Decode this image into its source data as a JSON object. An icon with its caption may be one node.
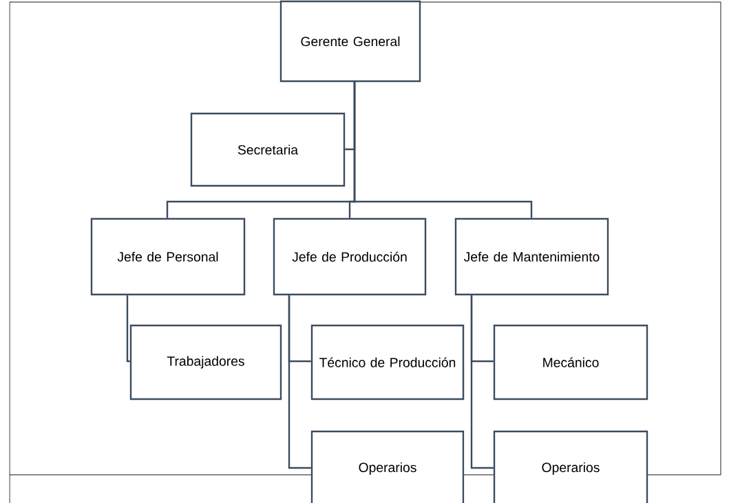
{
  "diagram": {
    "nodes": [
      {
        "text": [
          "Gerente General"
        ]
      },
      {
        "text": [
          "Secretaria"
        ]
      },
      {
        "text": [
          "Jefe de Personal"
        ]
      },
      {
        "text": [
          "Jefe de Producción"
        ]
      },
      {
        "text": [
          "Jefe de Mantenimiento"
        ]
      },
      {
        "text": [
          "Trabajadores"
        ]
      },
      {
        "text": [
          "Técnico de Producción"
        ]
      },
      {
        "text": [
          "Operarios"
        ]
      },
      {
        "text": [
          "Mecánico"
        ]
      },
      {
        "text": [
          "Operarios"
        ]
      }
    ],
    "edges": [
      {
        "from": 0,
        "to": 1,
        "arrow": "none"
      },
      {
        "from": 0,
        "to": 2,
        "arrow": "none"
      },
      {
        "from": 0,
        "to": 3,
        "arrow": "none"
      },
      {
        "from": 0,
        "to": 4,
        "arrow": "none"
      },
      {
        "from": 2,
        "to": 5,
        "arrow": "none"
      },
      {
        "from": 3,
        "to": 6,
        "arrow": "none"
      },
      {
        "from": 3,
        "to": 7,
        "arrow": "none"
      },
      {
        "from": 4,
        "to": 8,
        "arrow": "none"
      },
      {
        "from": 4,
        "to": 9,
        "arrow": "none"
      }
    ]
  }
}
